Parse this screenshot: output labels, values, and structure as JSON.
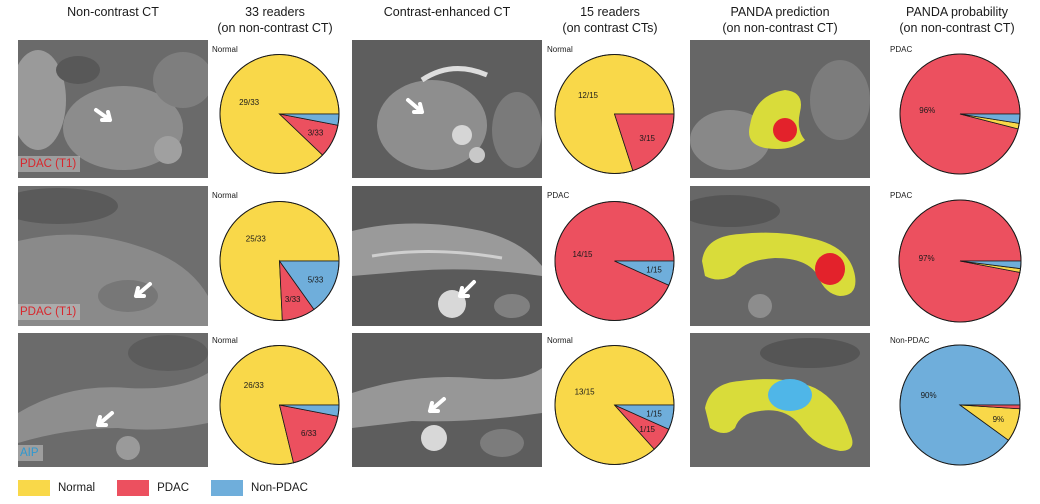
{
  "colors": {
    "normal": "#F9D849",
    "pdac": "#EC505F",
    "nonpdac": "#6FAEDB",
    "text": "#1a1a1a"
  },
  "headers": [
    {
      "line1": "Non-contrast CT",
      "line2": ""
    },
    {
      "line1": "33 readers",
      "line2": "(on non-contrast CT)"
    },
    {
      "line1": "Contrast-enhanced CT",
      "line2": ""
    },
    {
      "line1": "15 readers",
      "line2": "(on contrast CTs)"
    },
    {
      "line1": "PANDA prediction",
      "line2": "(on non-contrast CT)"
    },
    {
      "line1": "PANDA probability",
      "line2": "(on non-contrast CT)"
    }
  ],
  "cases": [
    {
      "label": "PDAC (T1)",
      "label_color": "#d8262c"
    },
    {
      "label": "PDAC (T1)",
      "label_color": "#d8262c"
    },
    {
      "label": "AIP",
      "label_color": "#2f98cf"
    }
  ],
  "chart_data": [
    {
      "type": "pie",
      "title": "33 readers (on non-contrast CT)",
      "row": 1,
      "slices": [
        {
          "category": "normal",
          "value": 29
        },
        {
          "category": "pdac",
          "value": 3
        },
        {
          "category": "nonpdac",
          "value": 1
        }
      ],
      "labels": [
        {
          "text": "Normal",
          "category": "normal",
          "kind": "corner"
        },
        {
          "text": "29/33",
          "category": "normal",
          "kind": "slice"
        },
        {
          "text": "3/33",
          "category": "pdac",
          "kind": "slice"
        }
      ]
    },
    {
      "type": "pie",
      "title": "15 readers (on contrast CTs)",
      "row": 1,
      "slices": [
        {
          "category": "normal",
          "value": 12
        },
        {
          "category": "pdac",
          "value": 3
        }
      ],
      "labels": [
        {
          "text": "Normal",
          "category": "normal",
          "kind": "corner"
        },
        {
          "text": "12/15",
          "category": "normal",
          "kind": "slice"
        },
        {
          "text": "3/15",
          "category": "pdac",
          "kind": "slice"
        }
      ]
    },
    {
      "type": "pie",
      "title": "PANDA probability (on non-contrast CT)",
      "row": 1,
      "slices": [
        {
          "category": "pdac",
          "value": 96
        },
        {
          "category": "normal",
          "value": 1.5
        },
        {
          "category": "nonpdac",
          "value": 2.5
        }
      ],
      "labels": [
        {
          "text": "PDAC",
          "category": "pdac",
          "kind": "corner"
        },
        {
          "text": "96%",
          "category": "pdac",
          "kind": "slice"
        }
      ]
    },
    {
      "type": "pie",
      "title": "33 readers (on non-contrast CT)",
      "row": 2,
      "slices": [
        {
          "category": "normal",
          "value": 25
        },
        {
          "category": "pdac",
          "value": 3
        },
        {
          "category": "nonpdac",
          "value": 5
        }
      ],
      "labels": [
        {
          "text": "Normal",
          "category": "normal",
          "kind": "corner"
        },
        {
          "text": "25/33",
          "category": "normal",
          "kind": "slice"
        },
        {
          "text": "3/33",
          "category": "pdac",
          "kind": "slice"
        },
        {
          "text": "5/33",
          "category": "nonpdac",
          "kind": "slice"
        }
      ]
    },
    {
      "type": "pie",
      "title": "15 readers (on contrast CTs)",
      "row": 2,
      "slices": [
        {
          "category": "pdac",
          "value": 14
        },
        {
          "category": "nonpdac",
          "value": 1
        }
      ],
      "labels": [
        {
          "text": "PDAC",
          "category": "pdac",
          "kind": "corner"
        },
        {
          "text": "14/15",
          "category": "pdac",
          "kind": "slice"
        },
        {
          "text": "1/15",
          "category": "nonpdac",
          "kind": "slice"
        }
      ]
    },
    {
      "type": "pie",
      "title": "PANDA probability (on non-contrast CT)",
      "row": 2,
      "slices": [
        {
          "category": "pdac",
          "value": 97
        },
        {
          "category": "normal",
          "value": 1
        },
        {
          "category": "nonpdac",
          "value": 2
        }
      ],
      "labels": [
        {
          "text": "PDAC",
          "category": "pdac",
          "kind": "corner"
        },
        {
          "text": "97%",
          "category": "pdac",
          "kind": "slice"
        }
      ]
    },
    {
      "type": "pie",
      "title": "33 readers (on non-contrast CT)",
      "row": 3,
      "slices": [
        {
          "category": "normal",
          "value": 26
        },
        {
          "category": "pdac",
          "value": 6
        },
        {
          "category": "nonpdac",
          "value": 1
        }
      ],
      "labels": [
        {
          "text": "Normal",
          "category": "normal",
          "kind": "corner"
        },
        {
          "text": "26/33",
          "category": "normal",
          "kind": "slice"
        },
        {
          "text": "6/33",
          "category": "pdac",
          "kind": "slice"
        }
      ]
    },
    {
      "type": "pie",
      "title": "15 readers (on contrast CTs)",
      "row": 3,
      "slices": [
        {
          "category": "normal",
          "value": 13
        },
        {
          "category": "pdac",
          "value": 1
        },
        {
          "category": "nonpdac",
          "value": 1
        }
      ],
      "labels": [
        {
          "text": "Normal",
          "category": "normal",
          "kind": "corner"
        },
        {
          "text": "13/15",
          "category": "normal",
          "kind": "slice"
        },
        {
          "text": "1/15",
          "category": "pdac",
          "kind": "slice"
        },
        {
          "text": "1/15",
          "category": "nonpdac",
          "kind": "slice"
        }
      ]
    },
    {
      "type": "pie",
      "title": "PANDA probability (on non-contrast CT)",
      "row": 3,
      "slices": [
        {
          "category": "nonpdac",
          "value": 90
        },
        {
          "category": "normal",
          "value": 9
        },
        {
          "category": "pdac",
          "value": 1
        }
      ],
      "labels": [
        {
          "text": "Non-PDAC",
          "category": "nonpdac",
          "kind": "corner"
        },
        {
          "text": "90%",
          "category": "nonpdac",
          "kind": "slice"
        },
        {
          "text": "9%",
          "category": "normal",
          "kind": "slice"
        }
      ]
    }
  ],
  "legend": [
    {
      "label": "Normal",
      "category": "normal"
    },
    {
      "label": "PDAC",
      "category": "pdac"
    },
    {
      "label": "Non-PDAC",
      "category": "nonpdac"
    }
  ]
}
